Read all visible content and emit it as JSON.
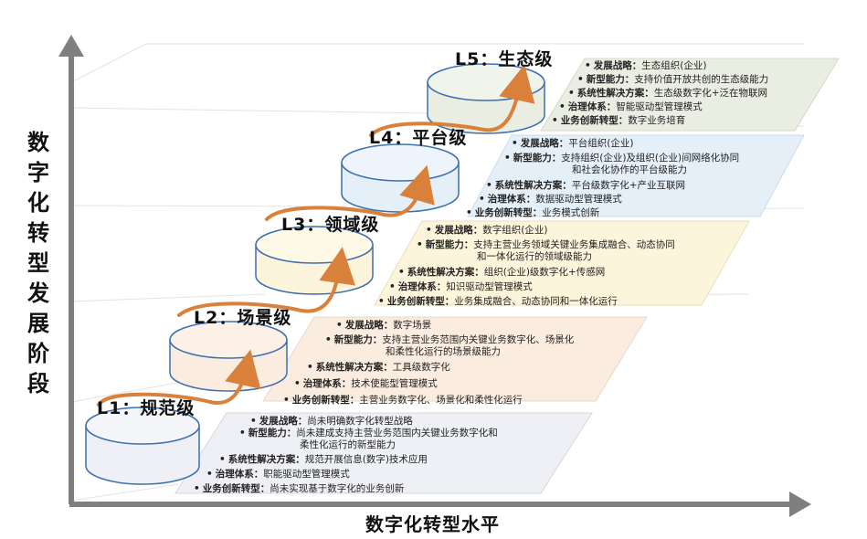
{
  "axes": {
    "y_label_chars": [
      "数",
      "字",
      "化",
      "转",
      "型",
      "发",
      "展",
      "阶",
      "段"
    ],
    "x_label": "数字化转型水平"
  },
  "colors": {
    "l1": "#eef0f5",
    "l2": "#fbece0",
    "l3": "#fdf4dc",
    "l4": "#e4eff8",
    "l5": "#eaeee2",
    "arrow": "#d9803a",
    "axis": "#7f7f7f"
  },
  "levels": [
    {
      "title": "L1：规范级",
      "rows": [
        {
          "key": "发展战略：",
          "text": "尚未明确数字化转型战略"
        },
        {
          "key": "新型能力：",
          "text": "尚未建成支持主营业务范围内关键业务数字化和",
          "cont": "柔性化运行的新型能力"
        },
        {
          "key": "系统性解决方案：",
          "text": "规范开展信息(数字)技术应用"
        },
        {
          "key": "治理体系：",
          "text": "职能驱动型管理模式"
        },
        {
          "key": "业务创新转型：",
          "text": "尚未实现基于数字化的业务创新"
        }
      ]
    },
    {
      "title": "L2：场景级",
      "rows": [
        {
          "key": "发展战略：",
          "text": "数字场景"
        },
        {
          "key": "新型能力：",
          "text": "支持主营业务范围内关键业务数字化、场景化",
          "cont": "和柔性化运行的场景级能力"
        },
        {
          "key": "系统性解决方案：",
          "text": "工具级数字化"
        },
        {
          "key": "治理体系：",
          "text": "技术使能型管理模式"
        },
        {
          "key": "业务创新转型：",
          "text": "主营业务数字化、场景化和柔性化运行"
        }
      ]
    },
    {
      "title": "L3：领域级",
      "rows": [
        {
          "key": "发展战略：",
          "text": "数字组织(企业)"
        },
        {
          "key": "新型能力：",
          "text": "支持主营业务领域关键业务集成融合、动态协同",
          "cont": "和一体化运行的领域级能力"
        },
        {
          "key": "系统性解决方案：",
          "text": "组织(企业)级数字化+传感网"
        },
        {
          "key": "治理体系：",
          "text": "知识驱动型管理模式"
        },
        {
          "key": "业务创新转型：",
          "text": "业务集成融合、动态协同和一体化运行"
        }
      ]
    },
    {
      "title": "L4：平台级",
      "rows": [
        {
          "key": "发展战略：",
          "text": "平台组织(企业)"
        },
        {
          "key": "新型能力：",
          "text": "支持组织(企业)及组织(企业)间网络化协同",
          "cont": "和社会化协作的平台级能力"
        },
        {
          "key": "系统性解决方案：",
          "text": "平台级数字化+产业互联网"
        },
        {
          "key": "治理体系：",
          "text": "数据驱动型管理模式"
        },
        {
          "key": "业务创新转型：",
          "text": "业务模式创新"
        }
      ]
    },
    {
      "title": "L5：生态级",
      "rows": [
        {
          "key": "发展战略：",
          "text": "生态组织(企业)"
        },
        {
          "key": "新型能力：",
          "text": "支持价值开放共创的生态级能力"
        },
        {
          "key": "系统性解决方案：",
          "text": "生态级数字化+泛在物联网"
        },
        {
          "key": "治理体系：",
          "text": "智能驱动型管理模式"
        },
        {
          "key": "业务创新转型：",
          "text": "数字业务培育"
        }
      ]
    }
  ]
}
